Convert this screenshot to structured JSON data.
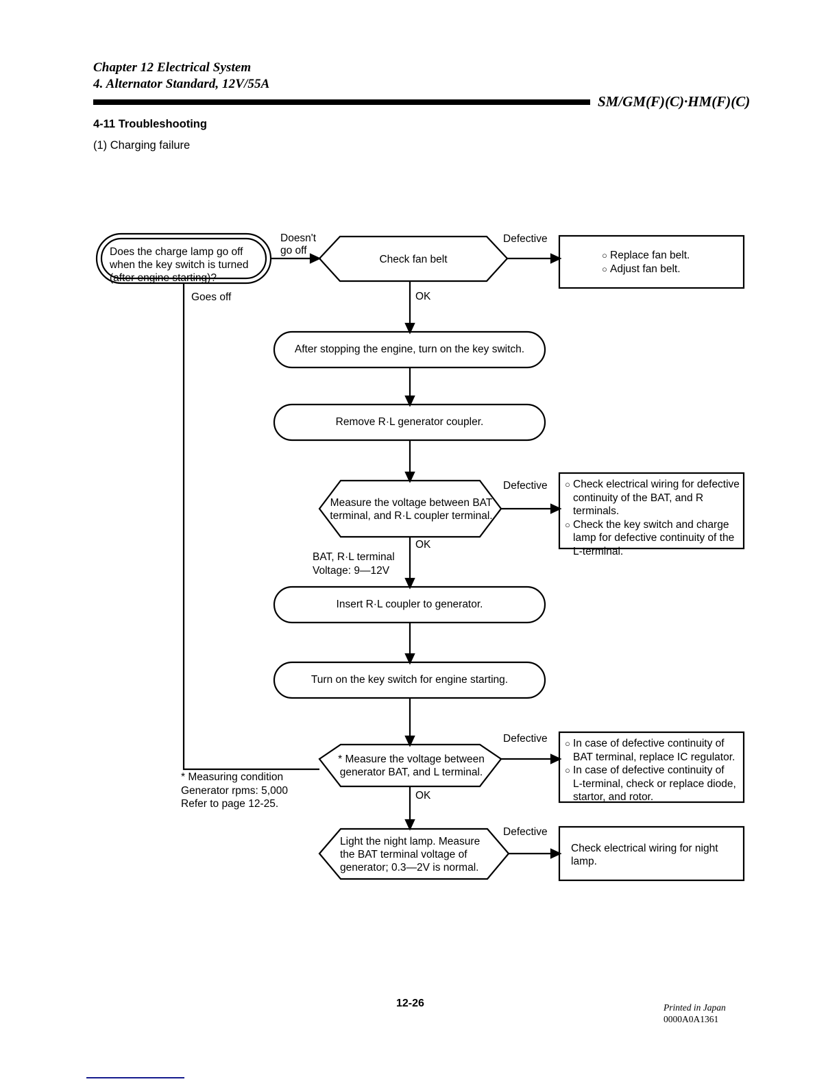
{
  "header": {
    "chapter": "Chapter 12 Electrical System",
    "section": "4. Alternator Standard, 12V/55A",
    "model_codes": "SM/GM(F)(C)·HM(F)(C)"
  },
  "titles": {
    "section_title": "4-11 Troubleshooting",
    "sub_title": "(1) Charging failure"
  },
  "flowchart": {
    "start": {
      "text": "Does the charge lamp go off\nwhen the key switch is turned\n(after engine starting)?"
    },
    "decisions": {
      "check_fan_belt": "Check fan belt",
      "measure_bat_rl": "Measure the voltage between BAT\nterminal, and R·L coupler terminal.",
      "measure_bat_l": "* Measure the voltage between\ngenerator BAT, and L terminal.",
      "night_lamp": "Light the night lamp. Measure\nthe BAT terminal voltage of\ngenerator; 0.3—2V is normal."
    },
    "processes": {
      "stop_engine": "After stopping the engine, turn on the key switch.",
      "remove_coupler": "Remove R·L generator coupler.",
      "insert_coupler": "Insert R·L coupler to generator.",
      "start_engine": "Turn on the key switch for engine starting."
    },
    "edge_labels": {
      "doesnt_go_off": "Doesn't\ngo off",
      "goes_off": "Goes off",
      "defective_1": "Defective",
      "defective_2": "Defective",
      "defective_3": "Defective",
      "defective_4": "Defective",
      "ok_1": "OK",
      "ok_2": "OK",
      "ok_3": "OK"
    },
    "annotations": {
      "bat_rl_voltage": "BAT, R·L terminal\nVoltage: 9—12V",
      "measuring_condition": "* Measuring condition\n   Generator rpms: 5,000\n   Refer to page 12-25."
    },
    "results": {
      "fan_belt": [
        "Replace fan belt.",
        "Adjust fan belt."
      ],
      "bat_r_terminals": [
        "Check electrical wiring for defective\ncontinuity of the BAT, and R\nterminals.",
        "Check the key switch and charge\nlamp for defective continuity of the\nL-terminal."
      ],
      "ic_regulator": [
        "In case of defective continuity of\nBAT terminal, replace IC regulator.",
        "In case of defective continuity of\nL-terminal, check or replace diode,\nstartor, and rotor."
      ],
      "night_lamp_wiring": [
        "Check electrical wiring for night\nlamp."
      ]
    }
  },
  "footer": {
    "page_number": "12-26",
    "printed_in": "Printed in Japan",
    "doc_code": "0000A0A1361"
  },
  "colors": {
    "ink": "#000000",
    "bottom_rule": "#151b8d"
  }
}
